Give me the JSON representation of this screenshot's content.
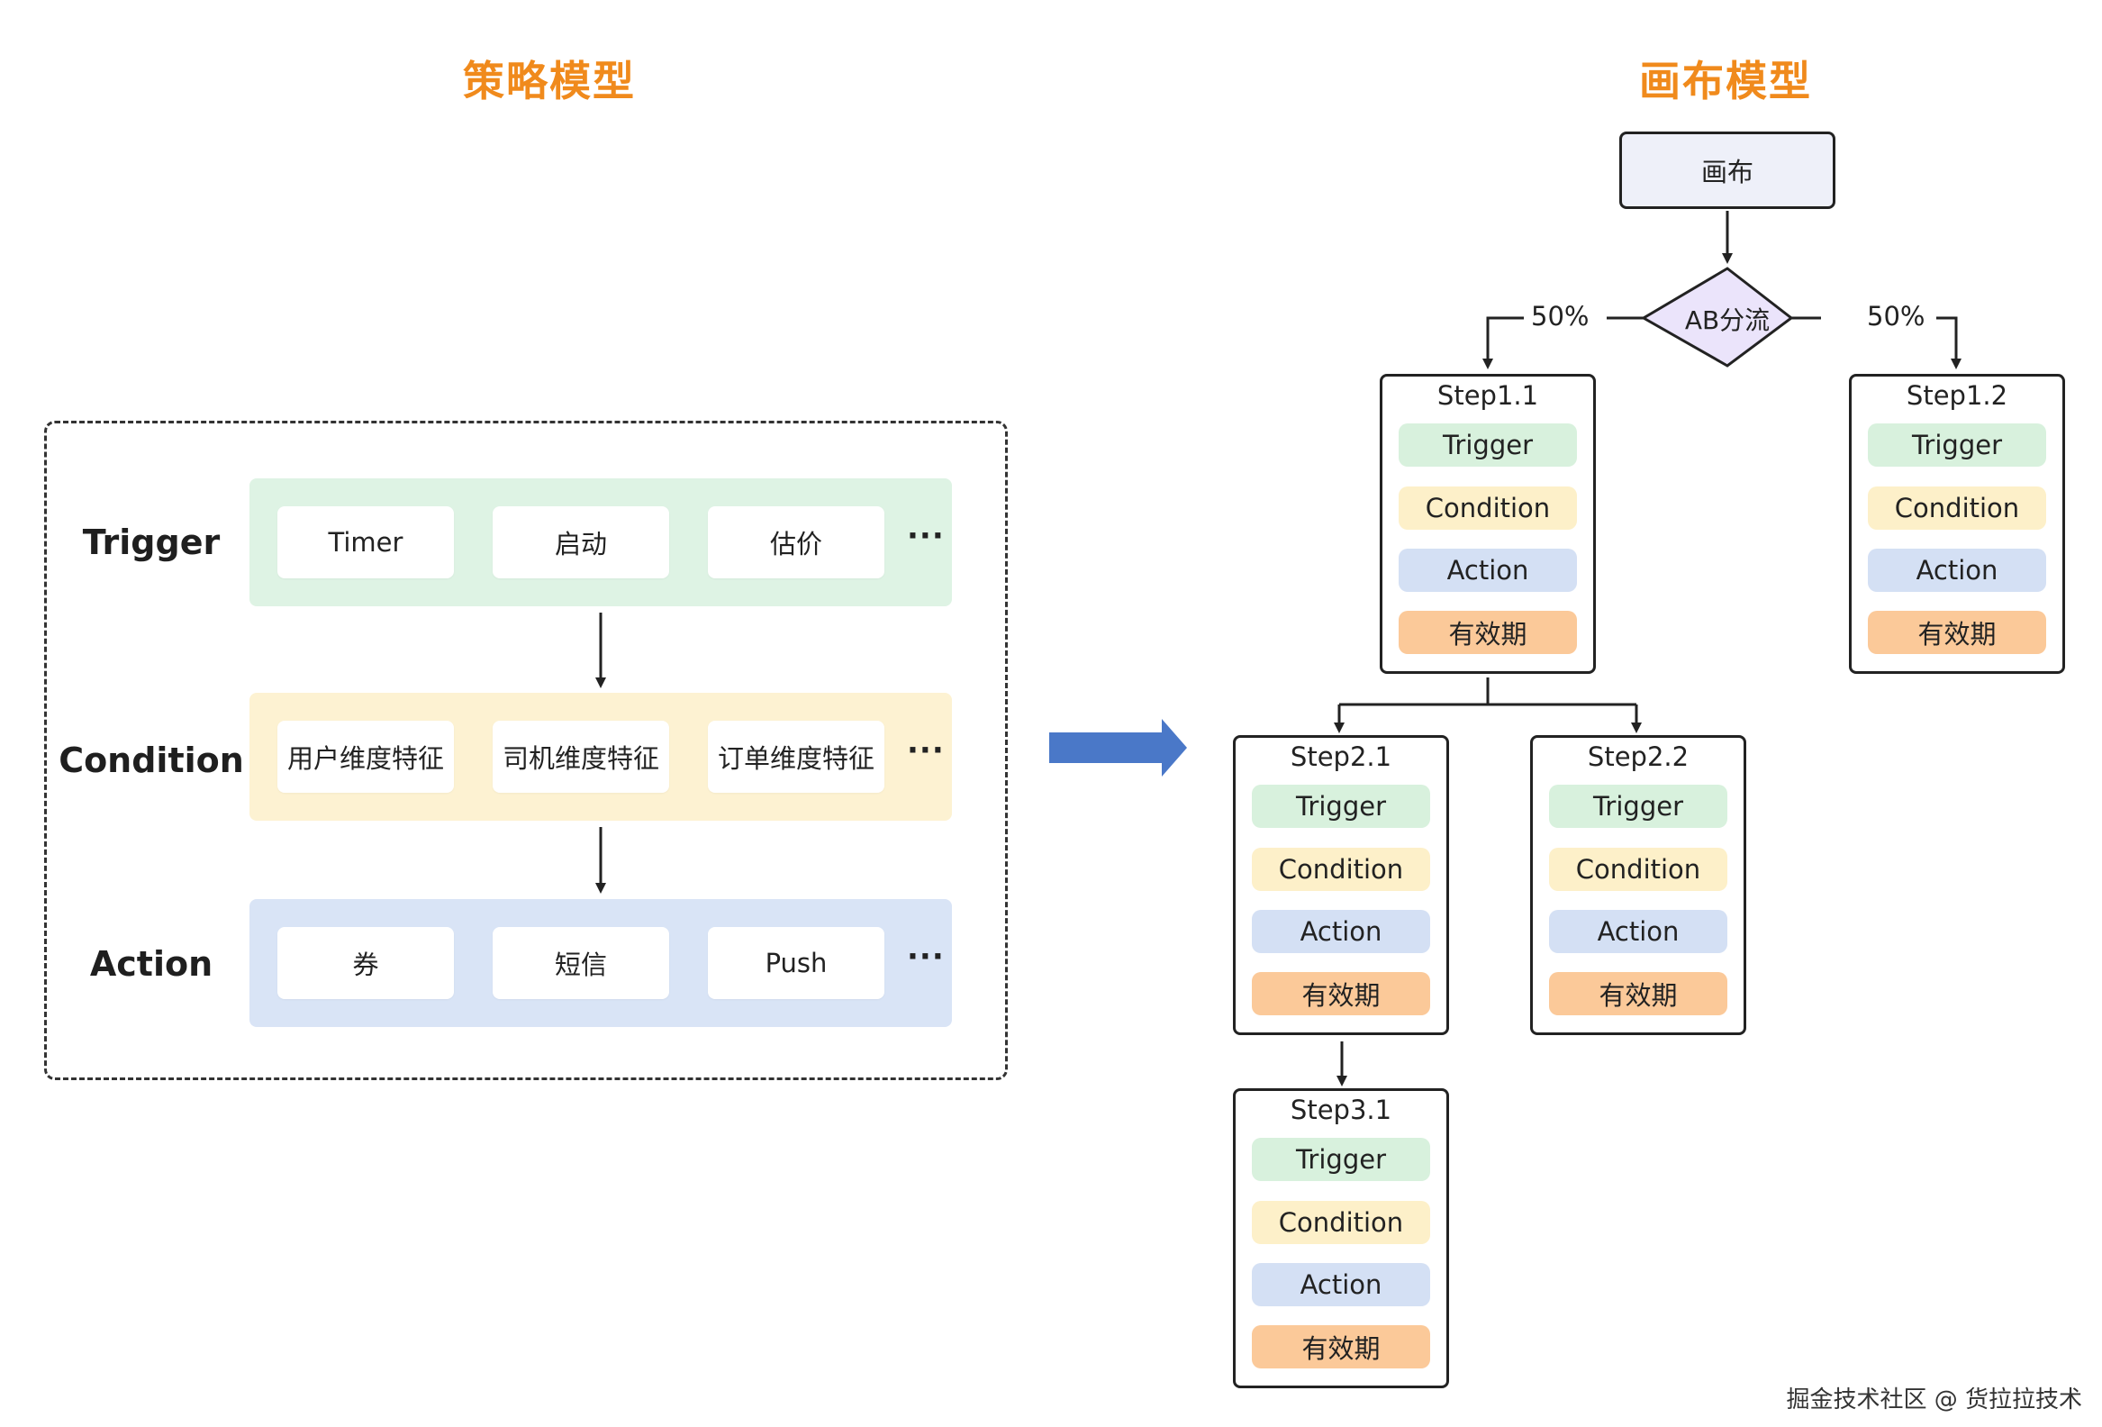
{
  "left": {
    "title": "策略模型",
    "rows": [
      {
        "label": "Trigger",
        "chips": [
          "Timer",
          "启动",
          "估价"
        ],
        "more": "···"
      },
      {
        "label": "Condition",
        "chips": [
          "用户维度特征",
          "司机维度特征",
          "订单维度特征"
        ],
        "more": "···"
      },
      {
        "label": "Action",
        "chips": [
          "券",
          "短信",
          "Push"
        ],
        "more": "···"
      }
    ]
  },
  "right": {
    "title": "画布模型",
    "canvas_label": "画布",
    "ab_label": "AB分流",
    "split_left": "50%",
    "split_right": "50%",
    "steps": [
      {
        "title": "Step1.1",
        "items": [
          "Trigger",
          "Condition",
          "Action",
          "有效期"
        ]
      },
      {
        "title": "Step1.2",
        "items": [
          "Trigger",
          "Condition",
          "Action",
          "有效期"
        ]
      },
      {
        "title": "Step2.1",
        "items": [
          "Trigger",
          "Condition",
          "Action",
          "有效期"
        ]
      },
      {
        "title": "Step2.2",
        "items": [
          "Trigger",
          "Condition",
          "Action",
          "有效期"
        ]
      },
      {
        "title": "Step3.1",
        "items": [
          "Trigger",
          "Condition",
          "Action",
          "有效期"
        ]
      }
    ]
  },
  "colors": {
    "title": "#f08a1c",
    "trigger": "#d8f1dd",
    "condition": "#fdf0c9",
    "action": "#d4e0f4",
    "validity": "#fbc999",
    "arrow_blue": "#4a78c8",
    "diamond_fill": "#ebe4fb"
  },
  "footer": "掘金技术社区 @ 货拉拉技术"
}
